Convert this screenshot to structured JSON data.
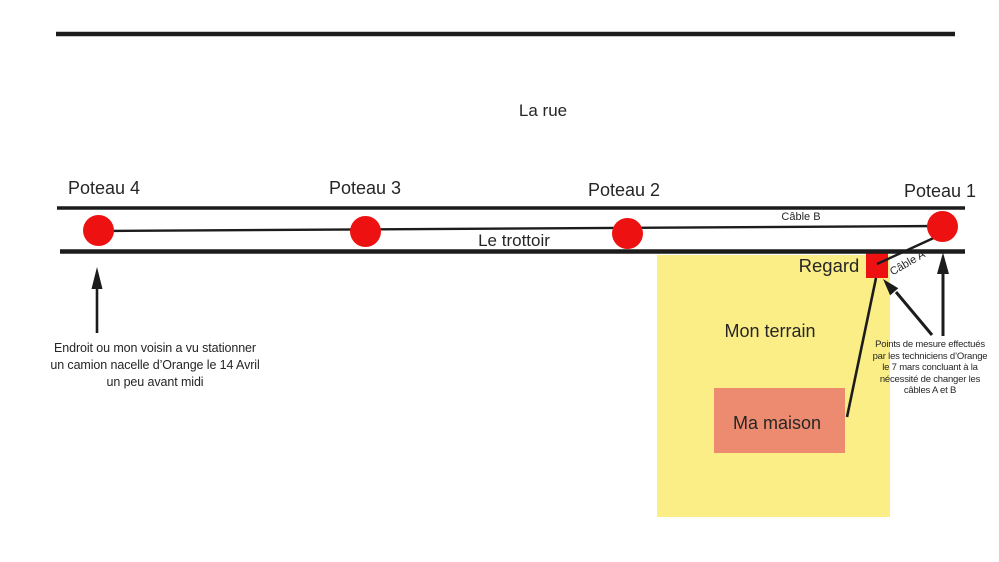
{
  "diagram": {
    "street_label": "La rue",
    "sidewalk_label": "Le trottoir",
    "poles": [
      {
        "label": "Poteau 4"
      },
      {
        "label": "Poteau 3"
      },
      {
        "label": "Poteau 2"
      },
      {
        "label": "Poteau 1"
      }
    ],
    "cable_b_label": "Câble B",
    "cable_a_label": "Câble A",
    "regard_label": "Regard",
    "terrain_label": "Mon terrain",
    "maison_label": "Ma maison",
    "witness_note": "Endroit ou mon voisin a vu stationner\nun camion nacelle d’Orange le 14 Avril\nun peu avant midi",
    "measure_note": "Points de mesure effectués\npar les techniciens d’Orange\nle 7 mars concluant à la\nnécessité de changer les\ncâbles A et B",
    "colors": {
      "ink": "#1c1c1c",
      "red": "#ee1111",
      "terrain_yellow": "#fbee86",
      "maison_salmon": "#ed8b70"
    }
  }
}
